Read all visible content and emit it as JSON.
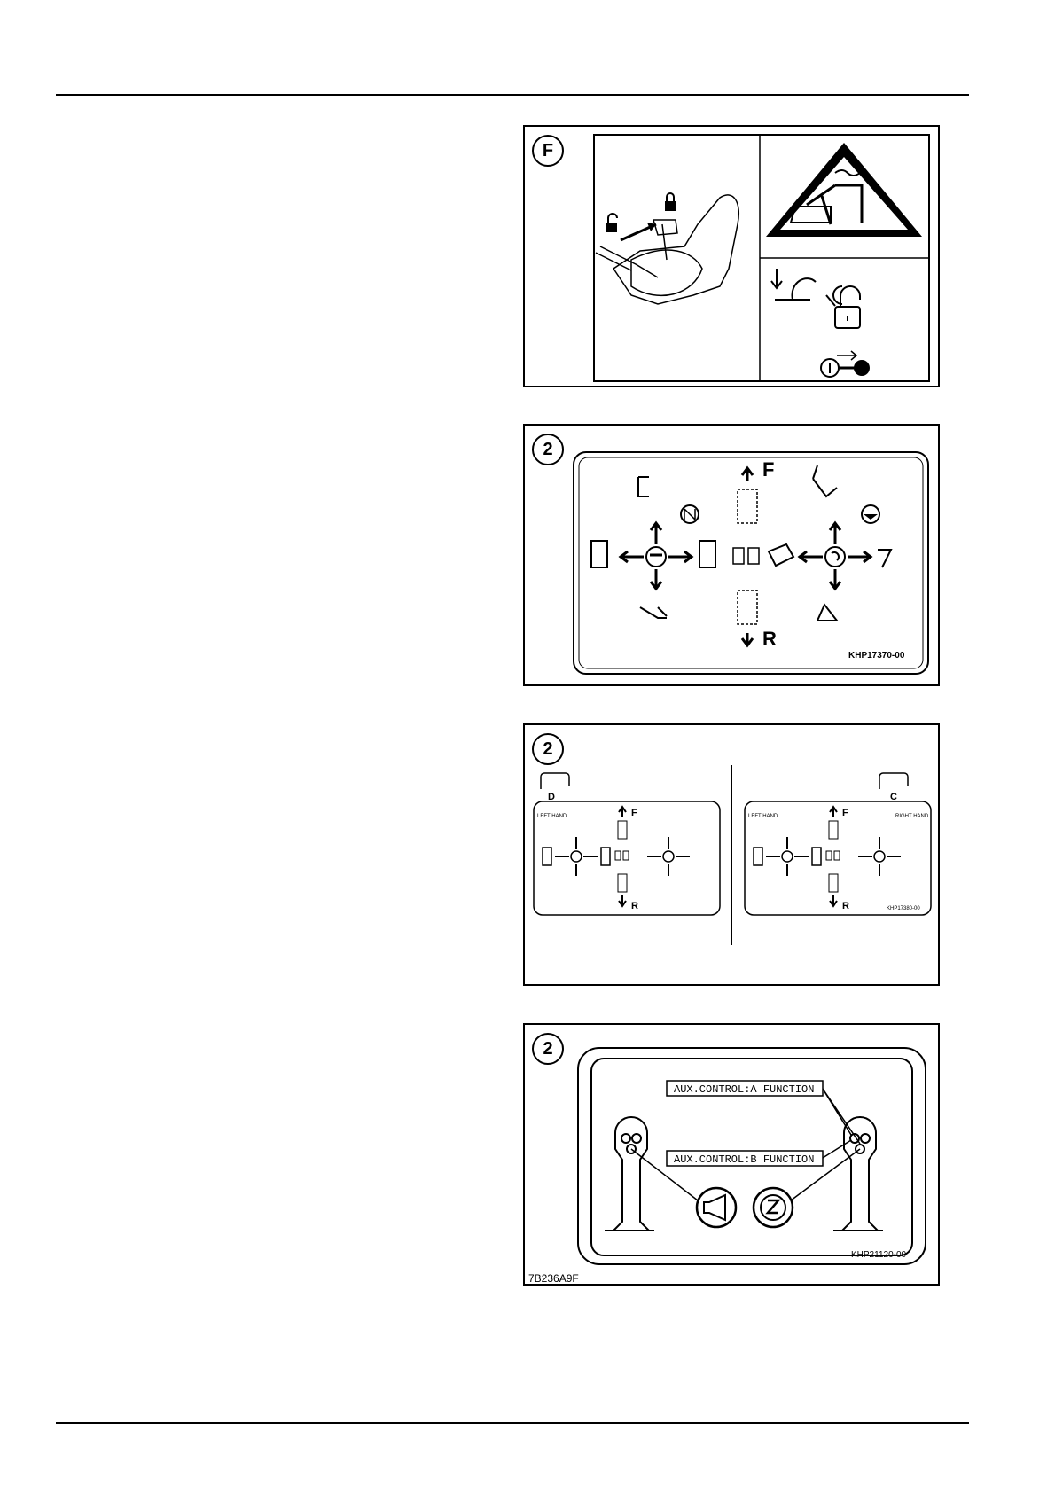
{
  "panels": [
    {
      "badge": "F"
    },
    {
      "badge": "2",
      "decal": {
        "forward": "F",
        "reverse": "R",
        "part_no": "KHP17370-00"
      }
    },
    {
      "badge": "2",
      "left": {
        "tab": "D",
        "caption": "LEFT HAND",
        "forward": "F",
        "reverse": "R"
      },
      "right": {
        "tab": "C",
        "caption": "RIGHT HAND",
        "forward": "F",
        "reverse": "R",
        "part_no": "KHP17380-00",
        "left_caption": "LEFT HAND"
      }
    },
    {
      "badge": "2",
      "aux_a": "AUX.CONTROL:A FUNCTION",
      "aux_b": "AUX.CONTROL:B FUNCTION",
      "part_no": "KHP21120-00",
      "fig_id": "7B236A9F"
    }
  ]
}
